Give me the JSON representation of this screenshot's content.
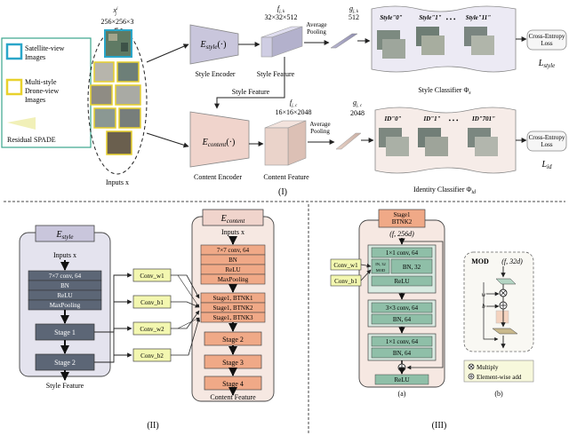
{
  "top": {
    "input_symbol": "x",
    "input_j": "j",
    "input_i": "i",
    "input_dims": "256×256×3",
    "inputs_label": "Inputs x",
    "legend_satellite": "Satellite-view Images",
    "legend_drone": "Multi-style Drone-view Images",
    "legend_spade": "Residual SPADE",
    "style_encoder_text": "E",
    "style_encoder_sub": "style",
    "style_encoder_tail": "(·)",
    "style_encoder_label": "Style Encoder",
    "style_feature_dims": "32×32×512",
    "style_feature_label": "Style Feature",
    "style_feature_sym": "f",
    "style_feature_idx": "j, k",
    "style_pool_label": "Average Pooling",
    "style_vec_sym": "g",
    "style_vec_idx": "j, k",
    "style_vec_dim": "512",
    "style_cls_items": [
      "Style\"0\"",
      "Style\"1\"",
      "Style\"11\""
    ],
    "style_cls_label": "Style Classifier Φs",
    "style_loss": "Cross-Entropy Loss",
    "style_loss_sym": "L",
    "style_loss_sub": "style",
    "style_feature_link": "Style Feature",
    "content_encoder_text": "E",
    "content_encoder_sub": "content",
    "content_encoder_tail": "(·)",
    "content_encoder_label": "Content Encoder",
    "content_feature_dims": "16×16×2048",
    "content_feature_label": "Content Feature",
    "content_feature_sym": "f",
    "content_feature_idx": "j, c",
    "content_pool_label": "Average Pooling",
    "content_vec_sym": "g",
    "content_vec_idx": "j, c",
    "content_vec_dim": "2048",
    "id_items": [
      "ID\"0\"",
      "ID\"1\"",
      "ID\"701\""
    ],
    "id_cls_label": "Identity Classifier Φid",
    "id_loss": "Cross-Entropy Loss",
    "id_loss_sym": "L",
    "id_loss_sub": "id",
    "dots": "• • •",
    "section_label": "(I)"
  },
  "left": {
    "estyle_title": "E",
    "estyle_sub": "style",
    "inputs": "Inputs x",
    "layers": [
      "7×7 conv, 64",
      "BN",
      "ReLU",
      "MaxPooling"
    ],
    "stages": [
      "Stage 1",
      "Stage 2"
    ],
    "style_feature": "Style Feature",
    "convs": [
      "Conv_w1",
      "Conv_b1",
      "Conv_w2",
      "Conv_b2"
    ],
    "econtent_title": "E",
    "econtent_sub": "content",
    "c_inputs": "Inputs x",
    "c_layers": [
      "7×7 conv, 64",
      "BN",
      "ReLU",
      "MaxPooling"
    ],
    "c_btnk": [
      "Stage1, BTNK1",
      "Stage1, BTNK2",
      "Stage1, BTNK3"
    ],
    "c_stages": [
      "Stage 2",
      "Stage 3",
      "Stage 4"
    ],
    "content_feature": "Content Feature",
    "section_label": "(II)"
  },
  "right": {
    "head_line1": "Stage1",
    "head_line2": "BTNK2",
    "head_dims": "(f, 256d)",
    "a_convs": [
      "Conv_w1",
      "Conv_b1"
    ],
    "block1_conv": "1×1 conv, 64",
    "in_label": "IN, 32",
    "bn_label": "BN, 32",
    "mod_label": "MOD",
    "relu": "ReLU",
    "block2_conv": "3×3 conv, 64",
    "block2_bn": "BN, 64",
    "block3_conv": "1×1 conv, 64",
    "block3_bn": "BN, 64",
    "final_relu": "ReLU",
    "sub_a": "(a)",
    "mod_title": "MOD",
    "mod_dims": "(f, 32d)",
    "mod_w": "w",
    "mod_b": "b",
    "legend_multiply": "Multiply",
    "legend_add": "Element-wise add",
    "sub_b": "(b)",
    "section_label": "(III)"
  },
  "colors": {
    "style_purple": "#c9c6dc",
    "content_pink": "#f0d4cc",
    "conv_yellow": "#f3f7b0",
    "dark_block": "#5c6676",
    "orange_block": "#f0a987",
    "green_block": "#8fbfa8",
    "satellite_border": "#2aa6c9",
    "drone_border": "#e8d12c",
    "legend_border": "#3aa58c"
  }
}
